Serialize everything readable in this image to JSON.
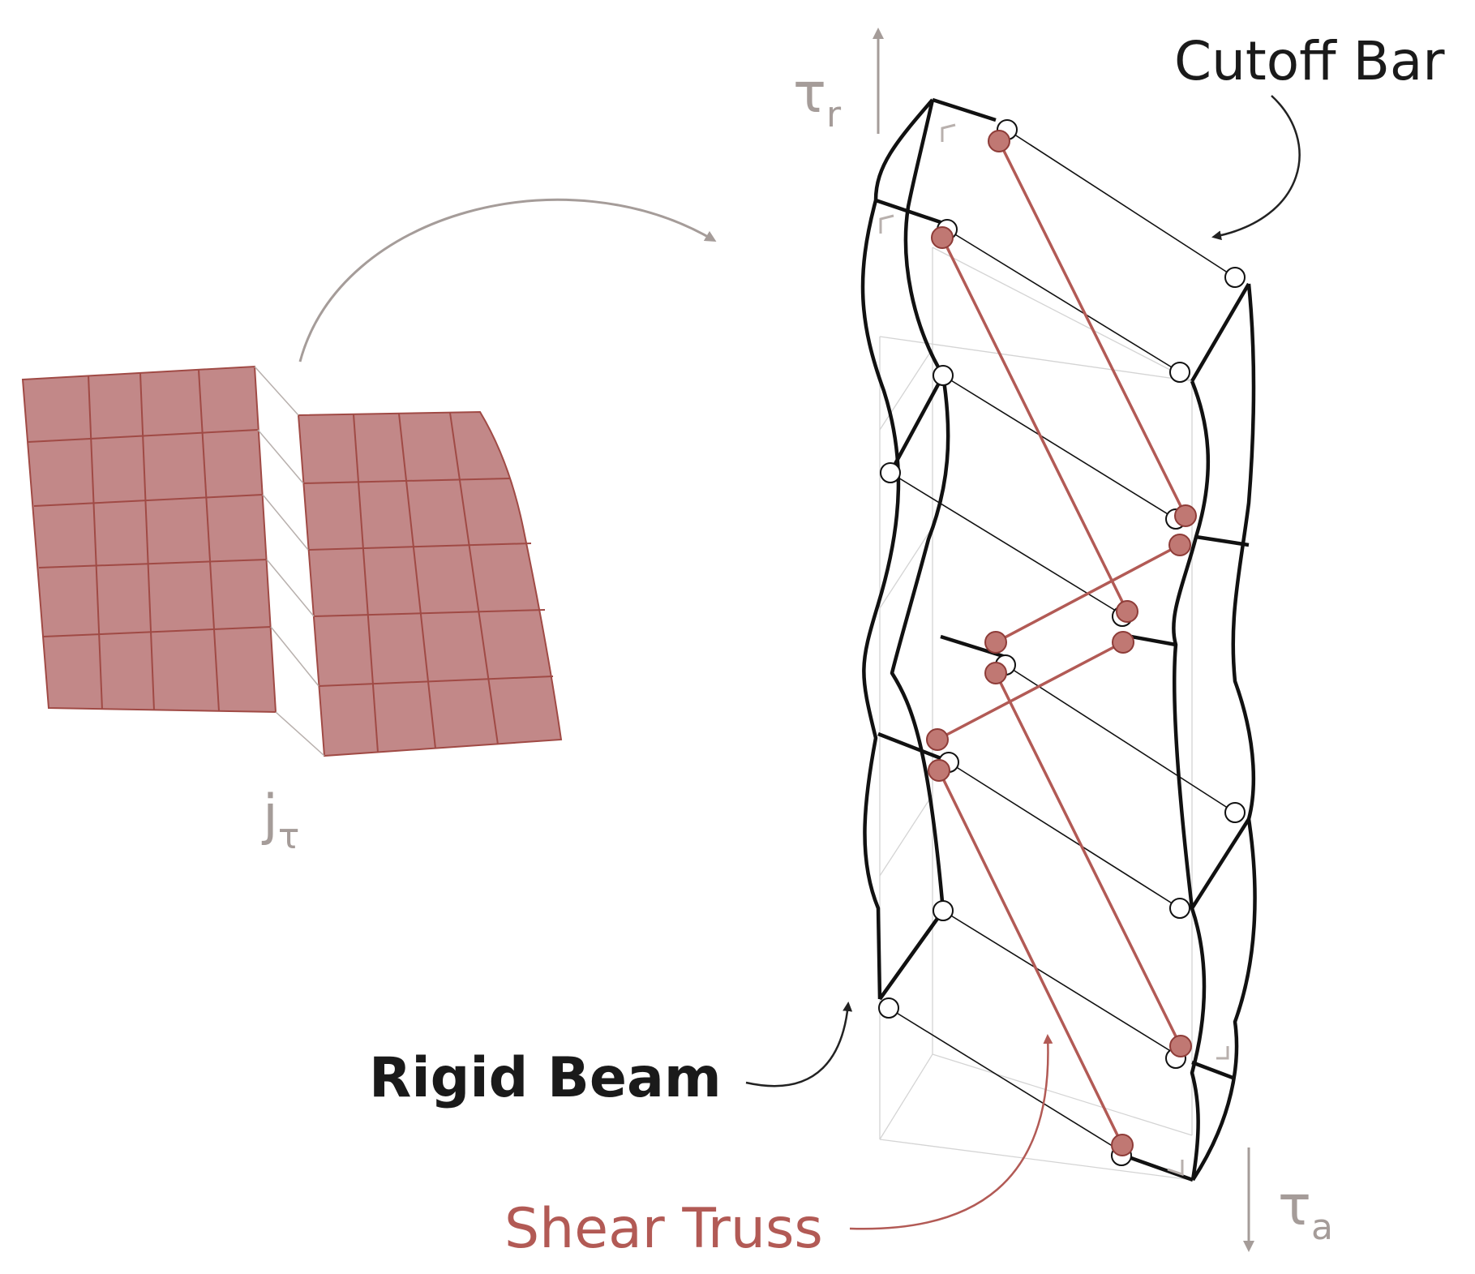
{
  "labels": {
    "cutoff_bar": "Cutoff Bar",
    "rigid_beam": "Rigid Beam",
    "shear_truss": "Shear Truss",
    "tau_r_main": "τ",
    "tau_r_sub": "r",
    "tau_a_main": "τ",
    "tau_a_sub": "a",
    "j_tau_main": "j",
    "j_tau_sub": "τ"
  },
  "colors": {
    "mesh_fill": "#c28888",
    "mesh_stroke": "#a04a45",
    "shear_truss": "#b25a55",
    "rigid_beam": "#111111",
    "annotation_grey": "#a59c99"
  }
}
